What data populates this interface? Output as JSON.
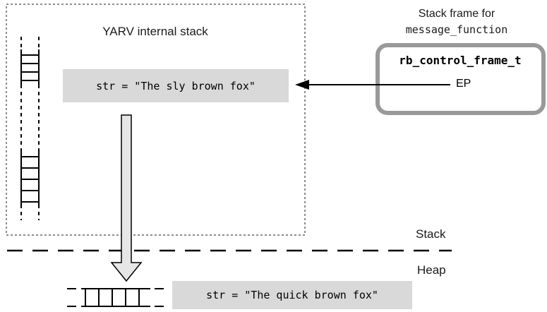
{
  "stack_box": {
    "title": "YARV internal stack",
    "value_box_text": "str = \"The sly brown fox\""
  },
  "frame": {
    "caption_line1": "Stack frame for",
    "caption_line2": "message_function",
    "struct_name": "rb_control_frame_t",
    "field": "EP"
  },
  "regions": {
    "stack_label": "Stack",
    "heap_label": "Heap"
  },
  "heap": {
    "value_box_text": "str = \"The quick brown fox\""
  },
  "colors": {
    "value_box_fill": "#d9d9d9",
    "frame_border": "#999999",
    "dotted_border": "#8c8c8c",
    "copy_arrow_fill": "#e6e6e6",
    "line": "#000000"
  }
}
